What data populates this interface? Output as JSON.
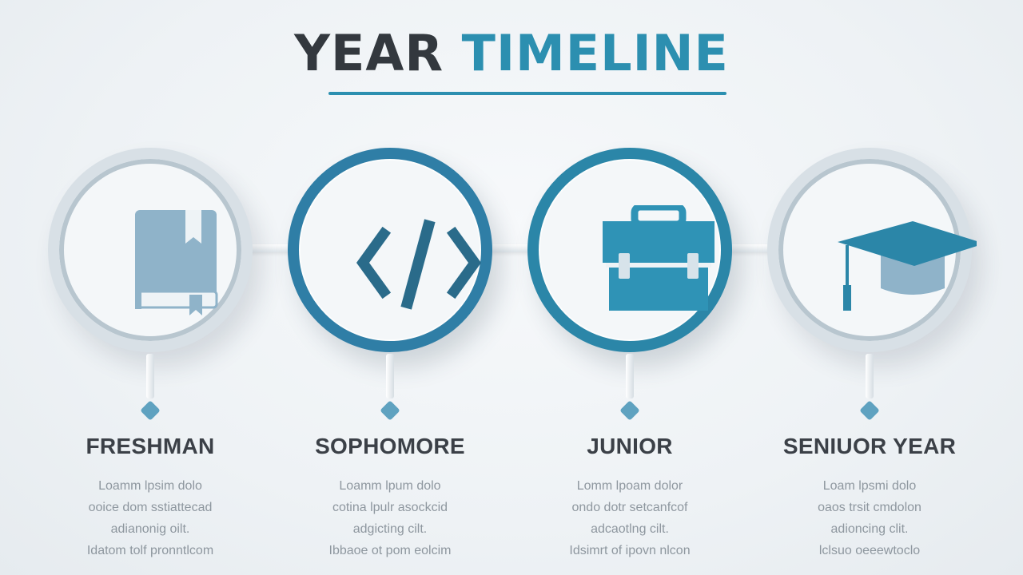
{
  "title": {
    "part1": "YEAR",
    "part2": "TIMELINE"
  },
  "colors": {
    "accent": "#2c8fb0",
    "dark_text": "#33383e",
    "ring_light_blue": "#9fb7c5",
    "ring_blue": "#2f7ea6",
    "icon_book": "#8fb3c9",
    "icon_code": "#2a6b8a",
    "icon_briefcase": "#2f93b6",
    "icon_cap": "#2b86a8"
  },
  "stages": [
    {
      "label": "FRESHMAN",
      "icon": "book-icon",
      "description_lines": [
        "Loamm lpsim dolo",
        "ooice dom sstiattecad",
        "adianonig oilt.",
        "Idatom tolf pronntlcom"
      ]
    },
    {
      "label": "SOPHOMORE",
      "icon": "code-icon",
      "description_lines": [
        "Loamm lpum dolo",
        "cotina lpulr asockcid",
        "adgicting cilt.",
        "Ibbaoe ot pom eolcim"
      ]
    },
    {
      "label": "JUNIOR",
      "icon": "briefcase-icon",
      "description_lines": [
        "Lomm lpoam dolor",
        "ondo dotr setcanfcof",
        "adcaotlng cilt.",
        "Idsimrt of ipovn nlcon"
      ]
    },
    {
      "label": "SENIUOR YEAR",
      "icon": "graduation-cap-icon",
      "description_lines": [
        "Loam lpsmi dolo",
        "oaos trsit cmdolon",
        "adioncing clit.",
        "lclsuo oeeewtoclo"
      ]
    }
  ]
}
